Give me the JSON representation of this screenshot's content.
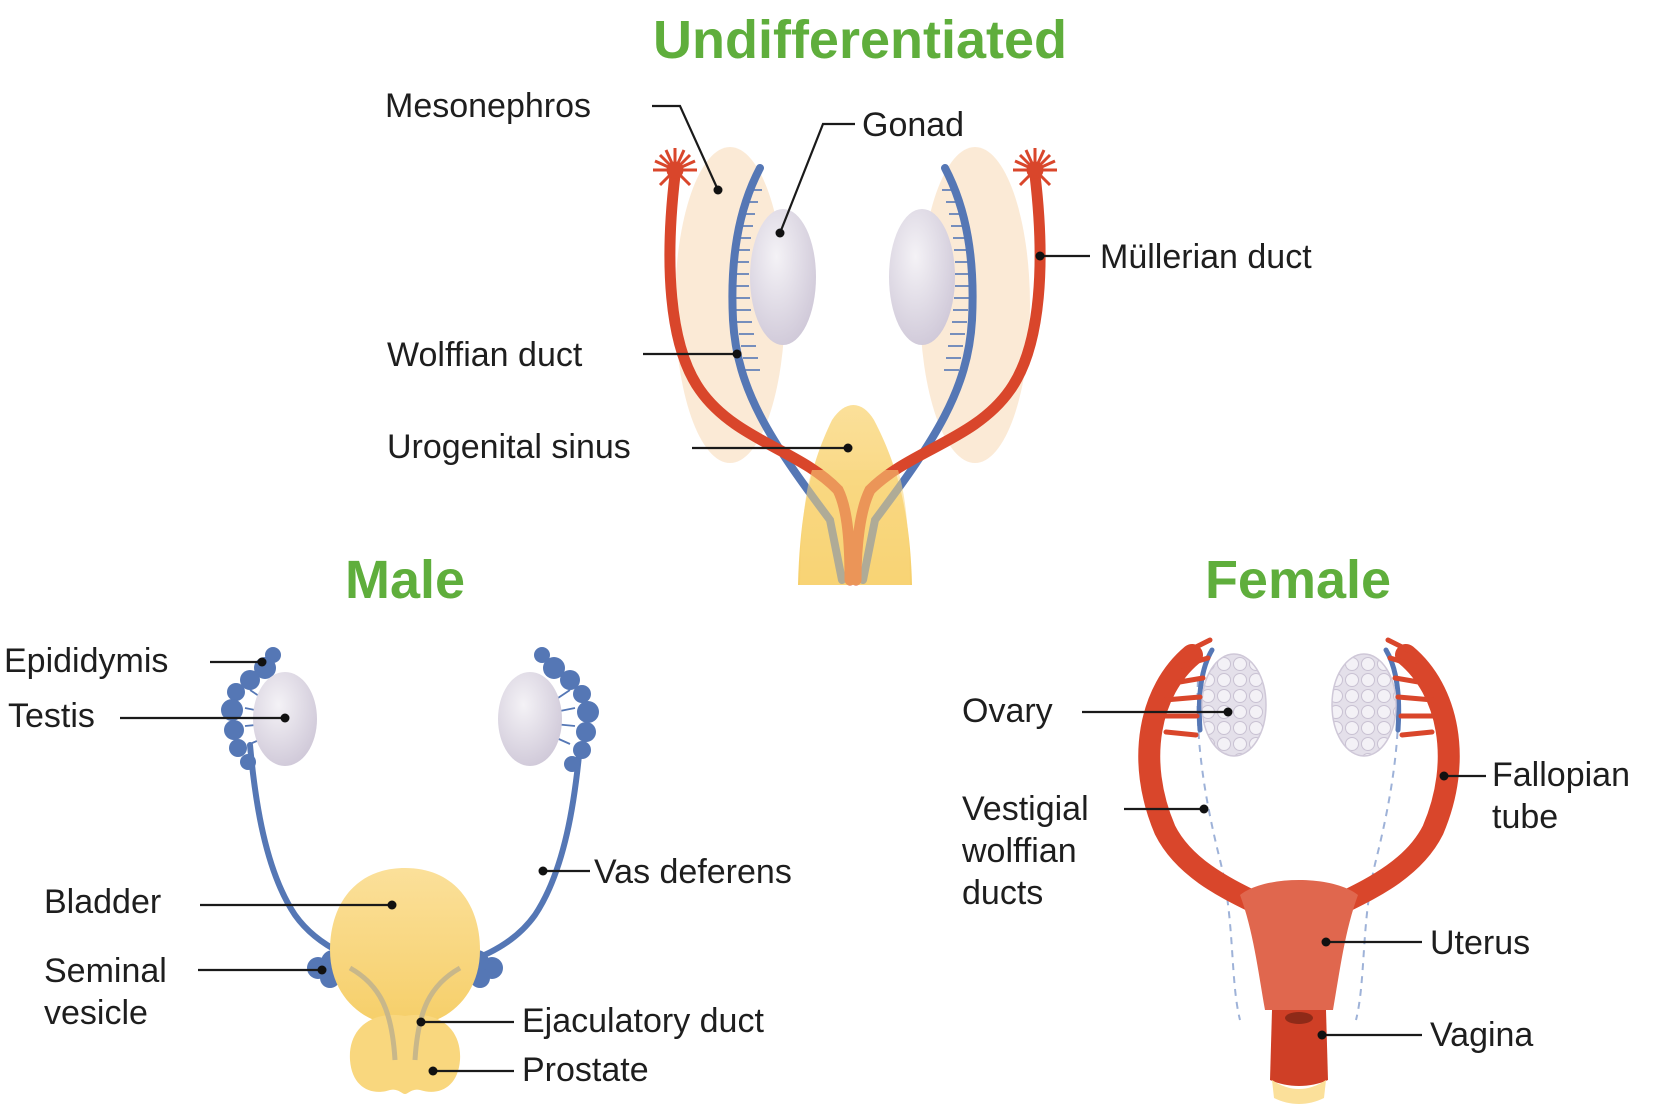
{
  "colors": {
    "title_green": "#5fae3c",
    "mullerian_red": "#d9462b",
    "wolffian_blue": "#5577b5",
    "sinus_yellow": "#f9d77e",
    "gonad_lilac": "#dcd7e3",
    "mesonephros_peach": "#fbe8d2"
  },
  "panels": {
    "undifferentiated": {
      "title": "Undifferentiated",
      "labels": {
        "mesonephros": "Mesonephros",
        "gonad": "Gonad",
        "mullerian_duct": "Müllerian duct",
        "wolffian_duct": "Wolffian duct",
        "urogenital_sinus": "Urogenital sinus"
      }
    },
    "male": {
      "title": "Male",
      "labels": {
        "epididymis": "Epididymis",
        "testis": "Testis",
        "vas_deferens": "Vas deferens",
        "bladder": "Bladder",
        "seminal_vesicle_line1": "Seminal",
        "seminal_vesicle_line2": "vesicle",
        "ejaculatory_duct": "Ejaculatory duct",
        "prostate": "Prostate"
      }
    },
    "female": {
      "title": "Female",
      "labels": {
        "ovary": "Ovary",
        "fallopian_tube_line1": "Fallopian",
        "fallopian_tube_line2": "tube",
        "vestigial_line1": "Vestigial",
        "vestigial_line2": "wolffian",
        "vestigial_line3": "ducts",
        "uterus": "Uterus",
        "vagina": "Vagina"
      }
    }
  }
}
